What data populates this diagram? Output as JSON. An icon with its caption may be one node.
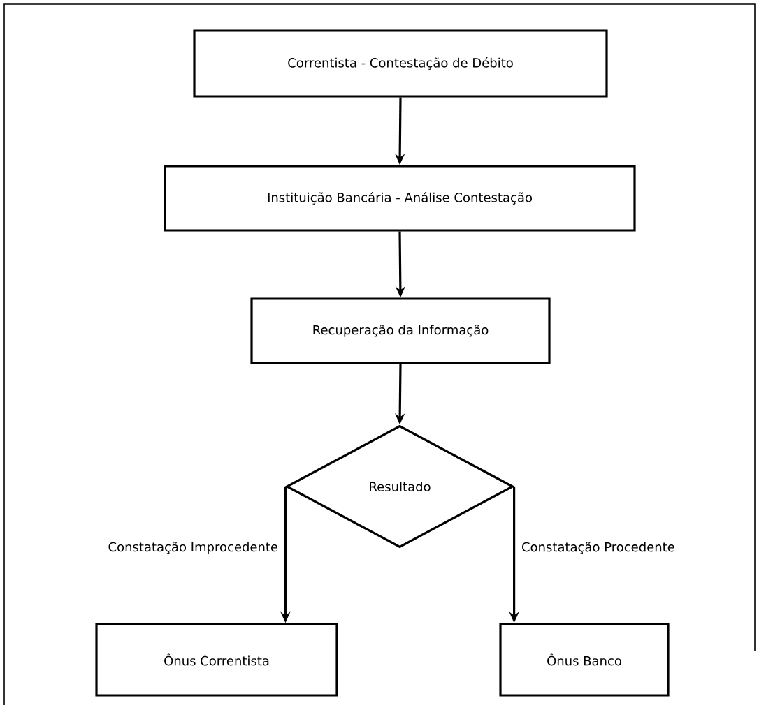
{
  "diagram": {
    "nodes": [
      {
        "text": [
          "Correntista - Contestação de Débito"
        ]
      },
      {
        "text": [
          "Instituição Bancária - Análise Contestação"
        ]
      },
      {
        "text": [
          "Recuperação da Informação"
        ]
      },
      {
        "text": [
          "Resultado"
        ]
      },
      {
        "text": [
          "Ônus Correntista"
        ]
      },
      {
        "text": [
          "Ônus Banco"
        ]
      }
    ],
    "edges": [
      {
        "from": 0,
        "to": 1,
        "arrow": "to"
      },
      {
        "from": 1,
        "to": 2,
        "arrow": "to"
      },
      {
        "from": 2,
        "to": 3,
        "arrow": "to"
      },
      {
        "from": 3,
        "to": 4,
        "arrow": "to",
        "label": "Constatação Improcedente"
      },
      {
        "from": 3,
        "to": 5,
        "arrow": "to",
        "label": "Constatação Procedente"
      }
    ]
  }
}
